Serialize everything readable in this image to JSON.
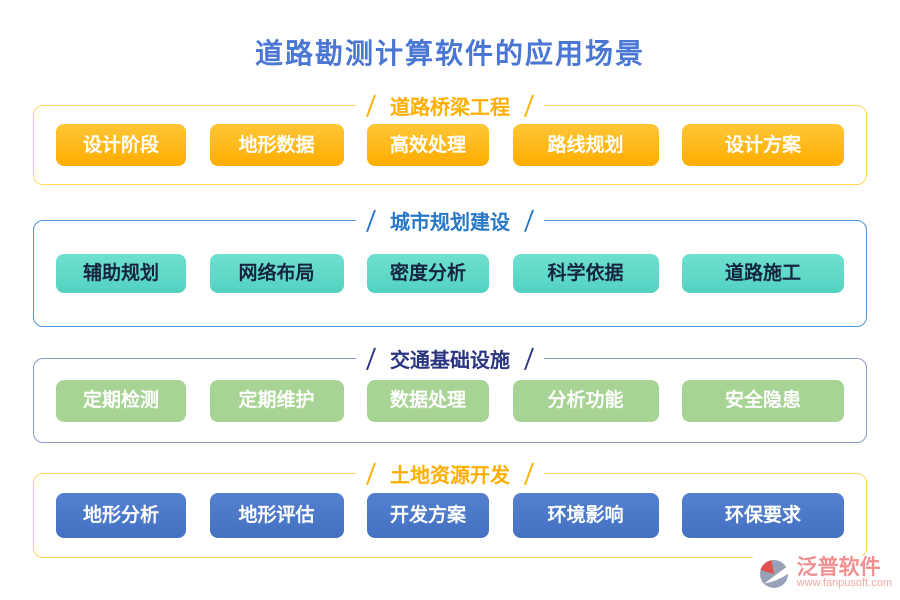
{
  "page": {
    "title": "道路勘测计算软件的应用场景",
    "title_color": "#4A77D4"
  },
  "sections": [
    {
      "title": "道路桥梁工程",
      "header_color": "#FFAE00",
      "border_color": "#FFD75E",
      "button_color": "#FFB400",
      "button_text_color": "#FFFFFF",
      "items": [
        "设计阶段",
        "地形数据",
        "高效处理",
        "路线规划",
        "设计方案"
      ]
    },
    {
      "title": "城市规划建设",
      "header_color": "#2878C8",
      "border_color": "#4D94D6",
      "button_color": "#5FDACA",
      "button_text_color": "#15253F",
      "items": [
        "辅助规划",
        "网络布局",
        "密度分析",
        "科学依据",
        "道路施工"
      ]
    },
    {
      "title": "交通基础设施",
      "header_color": "#2A3580",
      "border_color": "#8C97C6",
      "button_color": "#A7D494",
      "button_text_color": "#FFFFFF",
      "items": [
        "定期检测",
        "定期维护",
        "数据处理",
        "分析功能",
        "安全隐患"
      ]
    },
    {
      "title": "土地资源开发",
      "header_color": "#FFAE00",
      "border_color": "#FFD75E",
      "button_color": "#4A77C9",
      "button_text_color": "#FFFFFF",
      "items": [
        "地形分析",
        "地形评估",
        "开发方案",
        "环境影响",
        "环保要求"
      ]
    }
  ],
  "watermark": {
    "brand": "泛普软件",
    "url": "www.fanpusoft.com",
    "text_color": "#F09090"
  }
}
